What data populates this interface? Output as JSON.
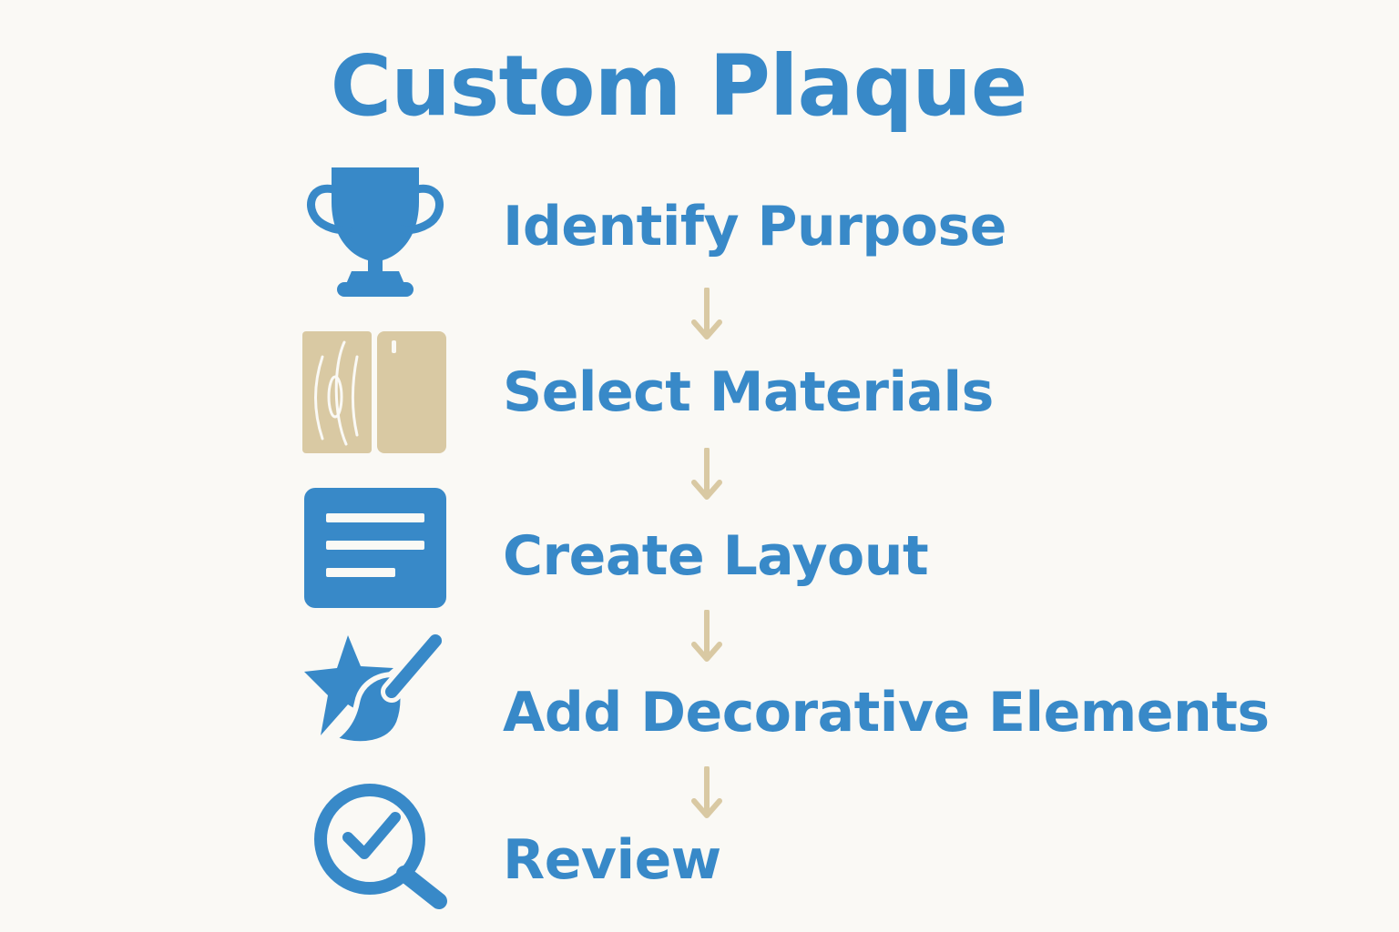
{
  "title": "Custom Plaque",
  "colors": {
    "primary": "#3889c8",
    "accent": "#d9c9a3",
    "background": "#faf9f5"
  },
  "steps": [
    {
      "label": "Identify Purpose",
      "icon": "trophy-icon"
    },
    {
      "label": "Select Materials",
      "icon": "wood-panels-icon"
    },
    {
      "label": "Create Layout",
      "icon": "layout-icon"
    },
    {
      "label": "Add Decorative Elements",
      "icon": "star-brush-icon"
    },
    {
      "label": "Review",
      "icon": "magnifier-check-icon"
    }
  ]
}
